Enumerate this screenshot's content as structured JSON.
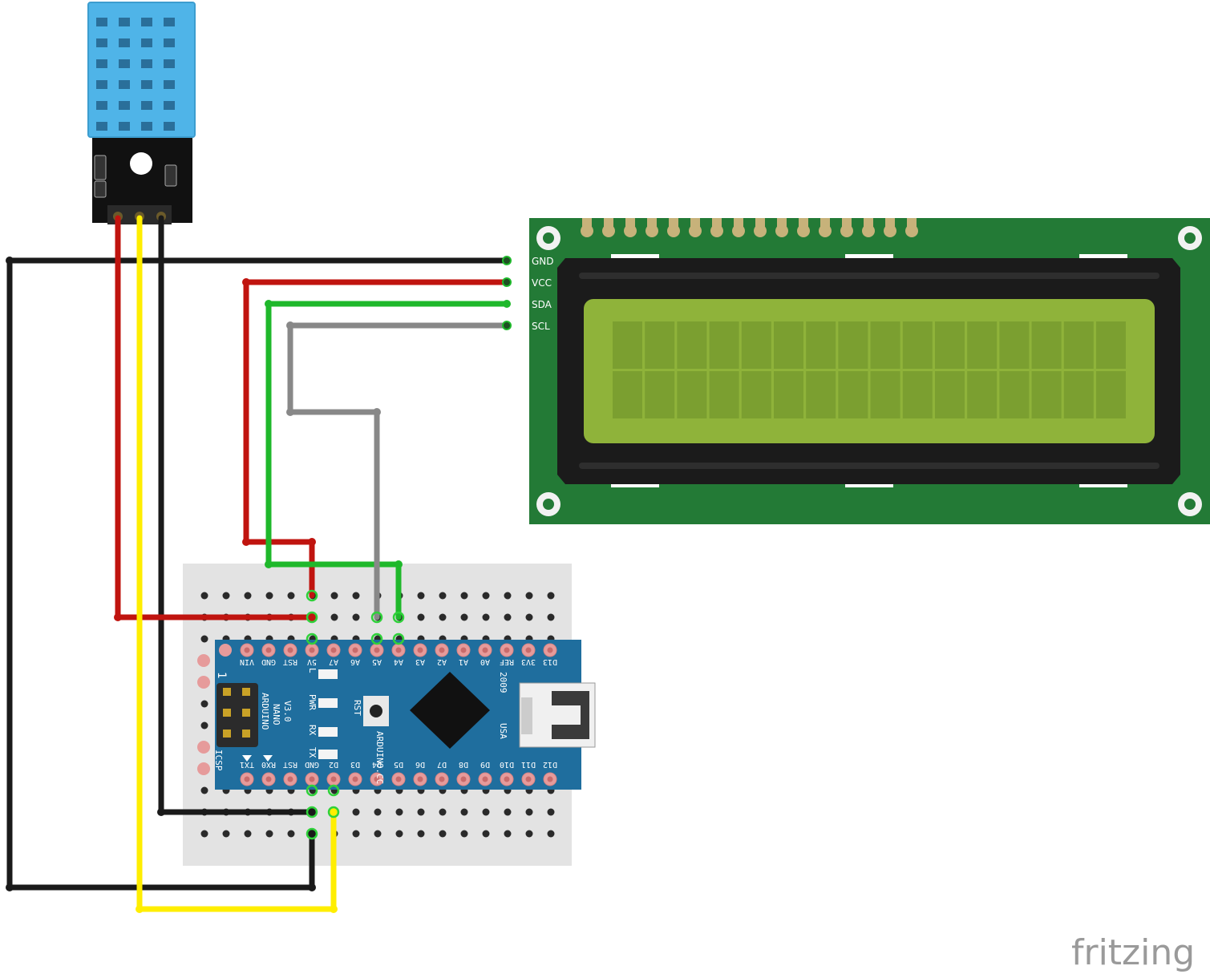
{
  "lcd": {
    "pins": [
      "GND",
      "VCC",
      "SDA",
      "SCL"
    ],
    "rows": 2,
    "cols": 16
  },
  "nano": {
    "top_pins": [
      "VIN",
      "GND",
      "RST",
      "5V",
      "A7",
      "A6",
      "A5",
      "A4",
      "A3",
      "A2",
      "A1",
      "A0",
      "REF",
      "3V3",
      "D13"
    ],
    "bottom_pins": [
      "TX1",
      "RX0",
      "RST",
      "GND",
      "D2",
      "D3",
      "D4",
      "D5",
      "D6",
      "D7",
      "D8",
      "D9",
      "D10",
      "D11",
      "D12"
    ],
    "name": "ARDUINO",
    "model": "NANO",
    "version": "V3.0",
    "site": "ARDUINO.CC",
    "year": "2009",
    "country": "USA",
    "icsp_label": "ICSP",
    "icsp_number": "1",
    "rst_label": "RST",
    "leds": [
      "L",
      "PWR",
      "RX",
      "TX"
    ]
  },
  "brand": "fritzing",
  "colors": {
    "wire_black": "#1a1a1a",
    "wire_red": "#c0140f",
    "wire_yellow": "#ffee00",
    "wire_green": "#1fb82b",
    "wire_gray": "#888888",
    "lcd_pcb": "#237a36",
    "lcd_screen": "#8fb33a",
    "nano_pcb": "#1f6e9e",
    "sensor_blue": "#4fb4e8",
    "breadboard": "#e3e3e3"
  }
}
